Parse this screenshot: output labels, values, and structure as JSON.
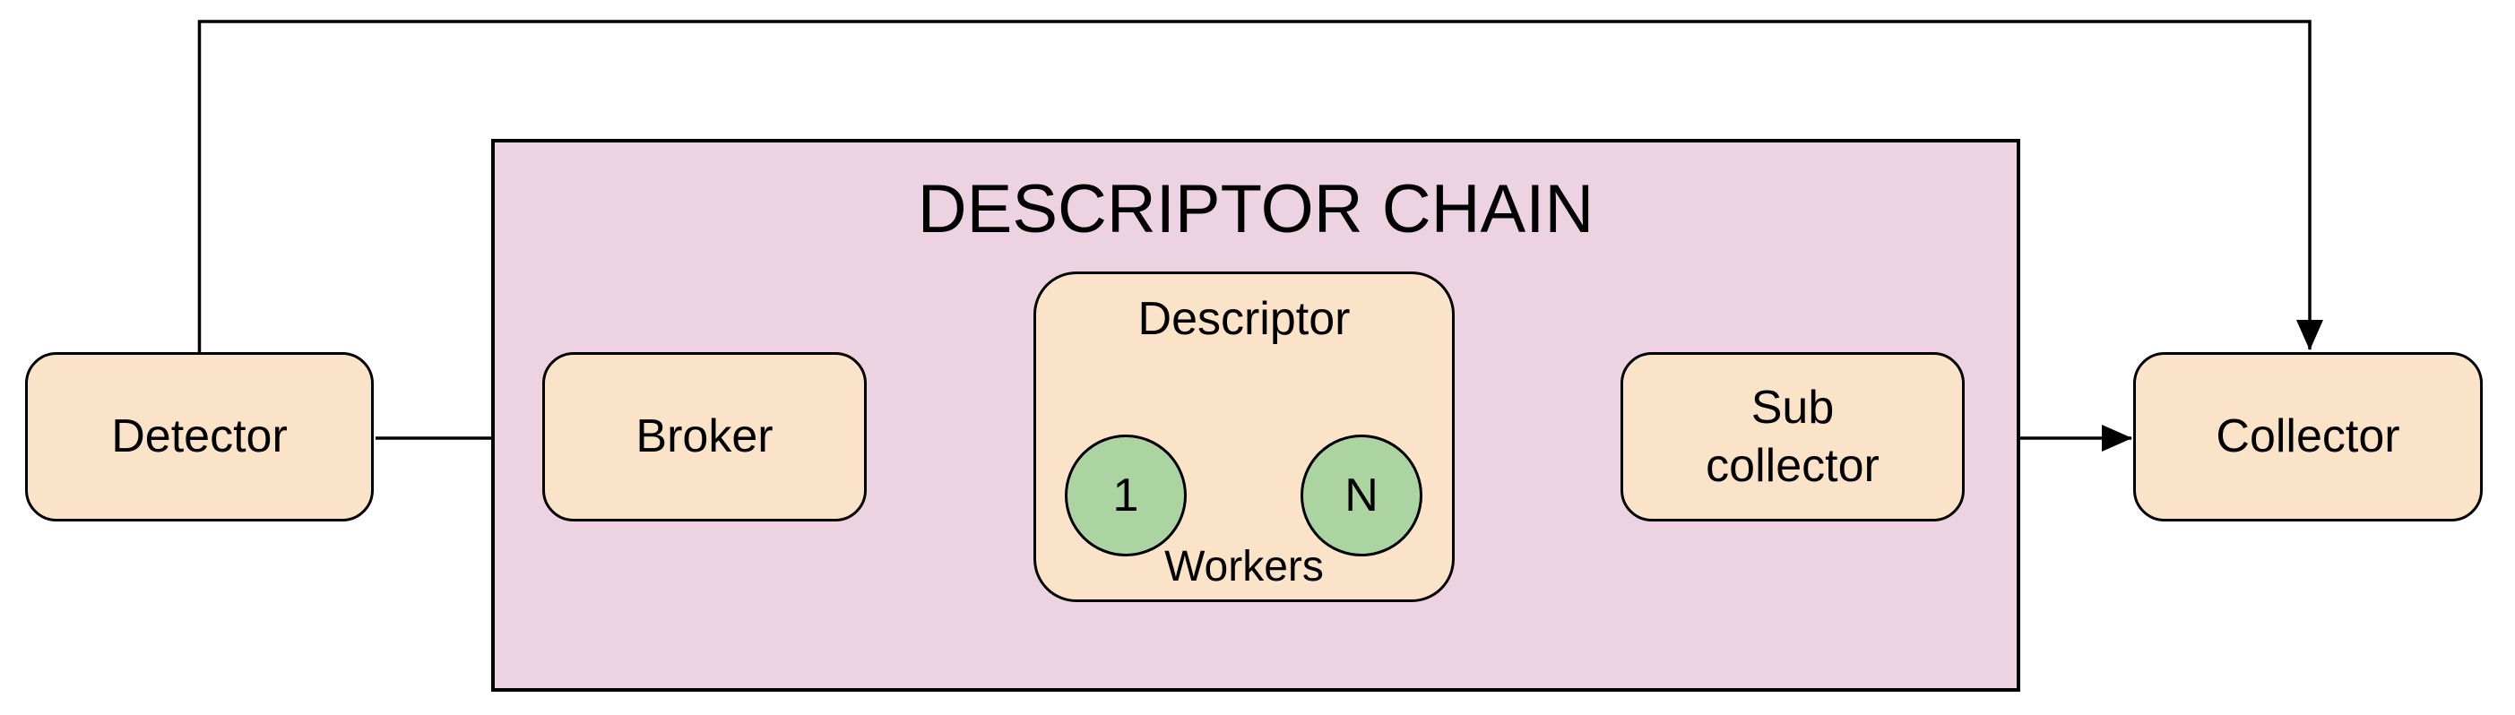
{
  "diagram": {
    "title": "DESCRIPTOR CHAIN",
    "nodes": {
      "detector": {
        "label": "Detector"
      },
      "broker": {
        "label": "Broker"
      },
      "descriptor": {
        "label": "Descriptor",
        "footer": "Workers",
        "workers": {
          "first": "1",
          "last": "N"
        }
      },
      "sub_collector": {
        "label": "Sub\ncollector"
      },
      "collector": {
        "label": "Collector"
      }
    },
    "edges": [
      {
        "from": "detector",
        "to": "broker",
        "style": "arrow"
      },
      {
        "from": "broker",
        "to": "descriptor",
        "style": "arrow"
      },
      {
        "from": "descriptor",
        "to": "sub_collector",
        "style": "arrow"
      },
      {
        "from": "sub_collector",
        "to": "collector",
        "style": "arrow"
      },
      {
        "from": "detector",
        "to": "collector",
        "style": "arrow",
        "route": "over-the-top"
      },
      {
        "from": "worker-1",
        "to": "worker-N",
        "style": "dashed-ellipsis"
      }
    ],
    "colors": {
      "node_fill": "#FBE3C9",
      "container_fill": "#EDD3E1",
      "worker_fill": "#ACD3A2",
      "stroke_color": "#000000",
      "text_color": "#000000",
      "background": "#FFFFFF"
    }
  }
}
